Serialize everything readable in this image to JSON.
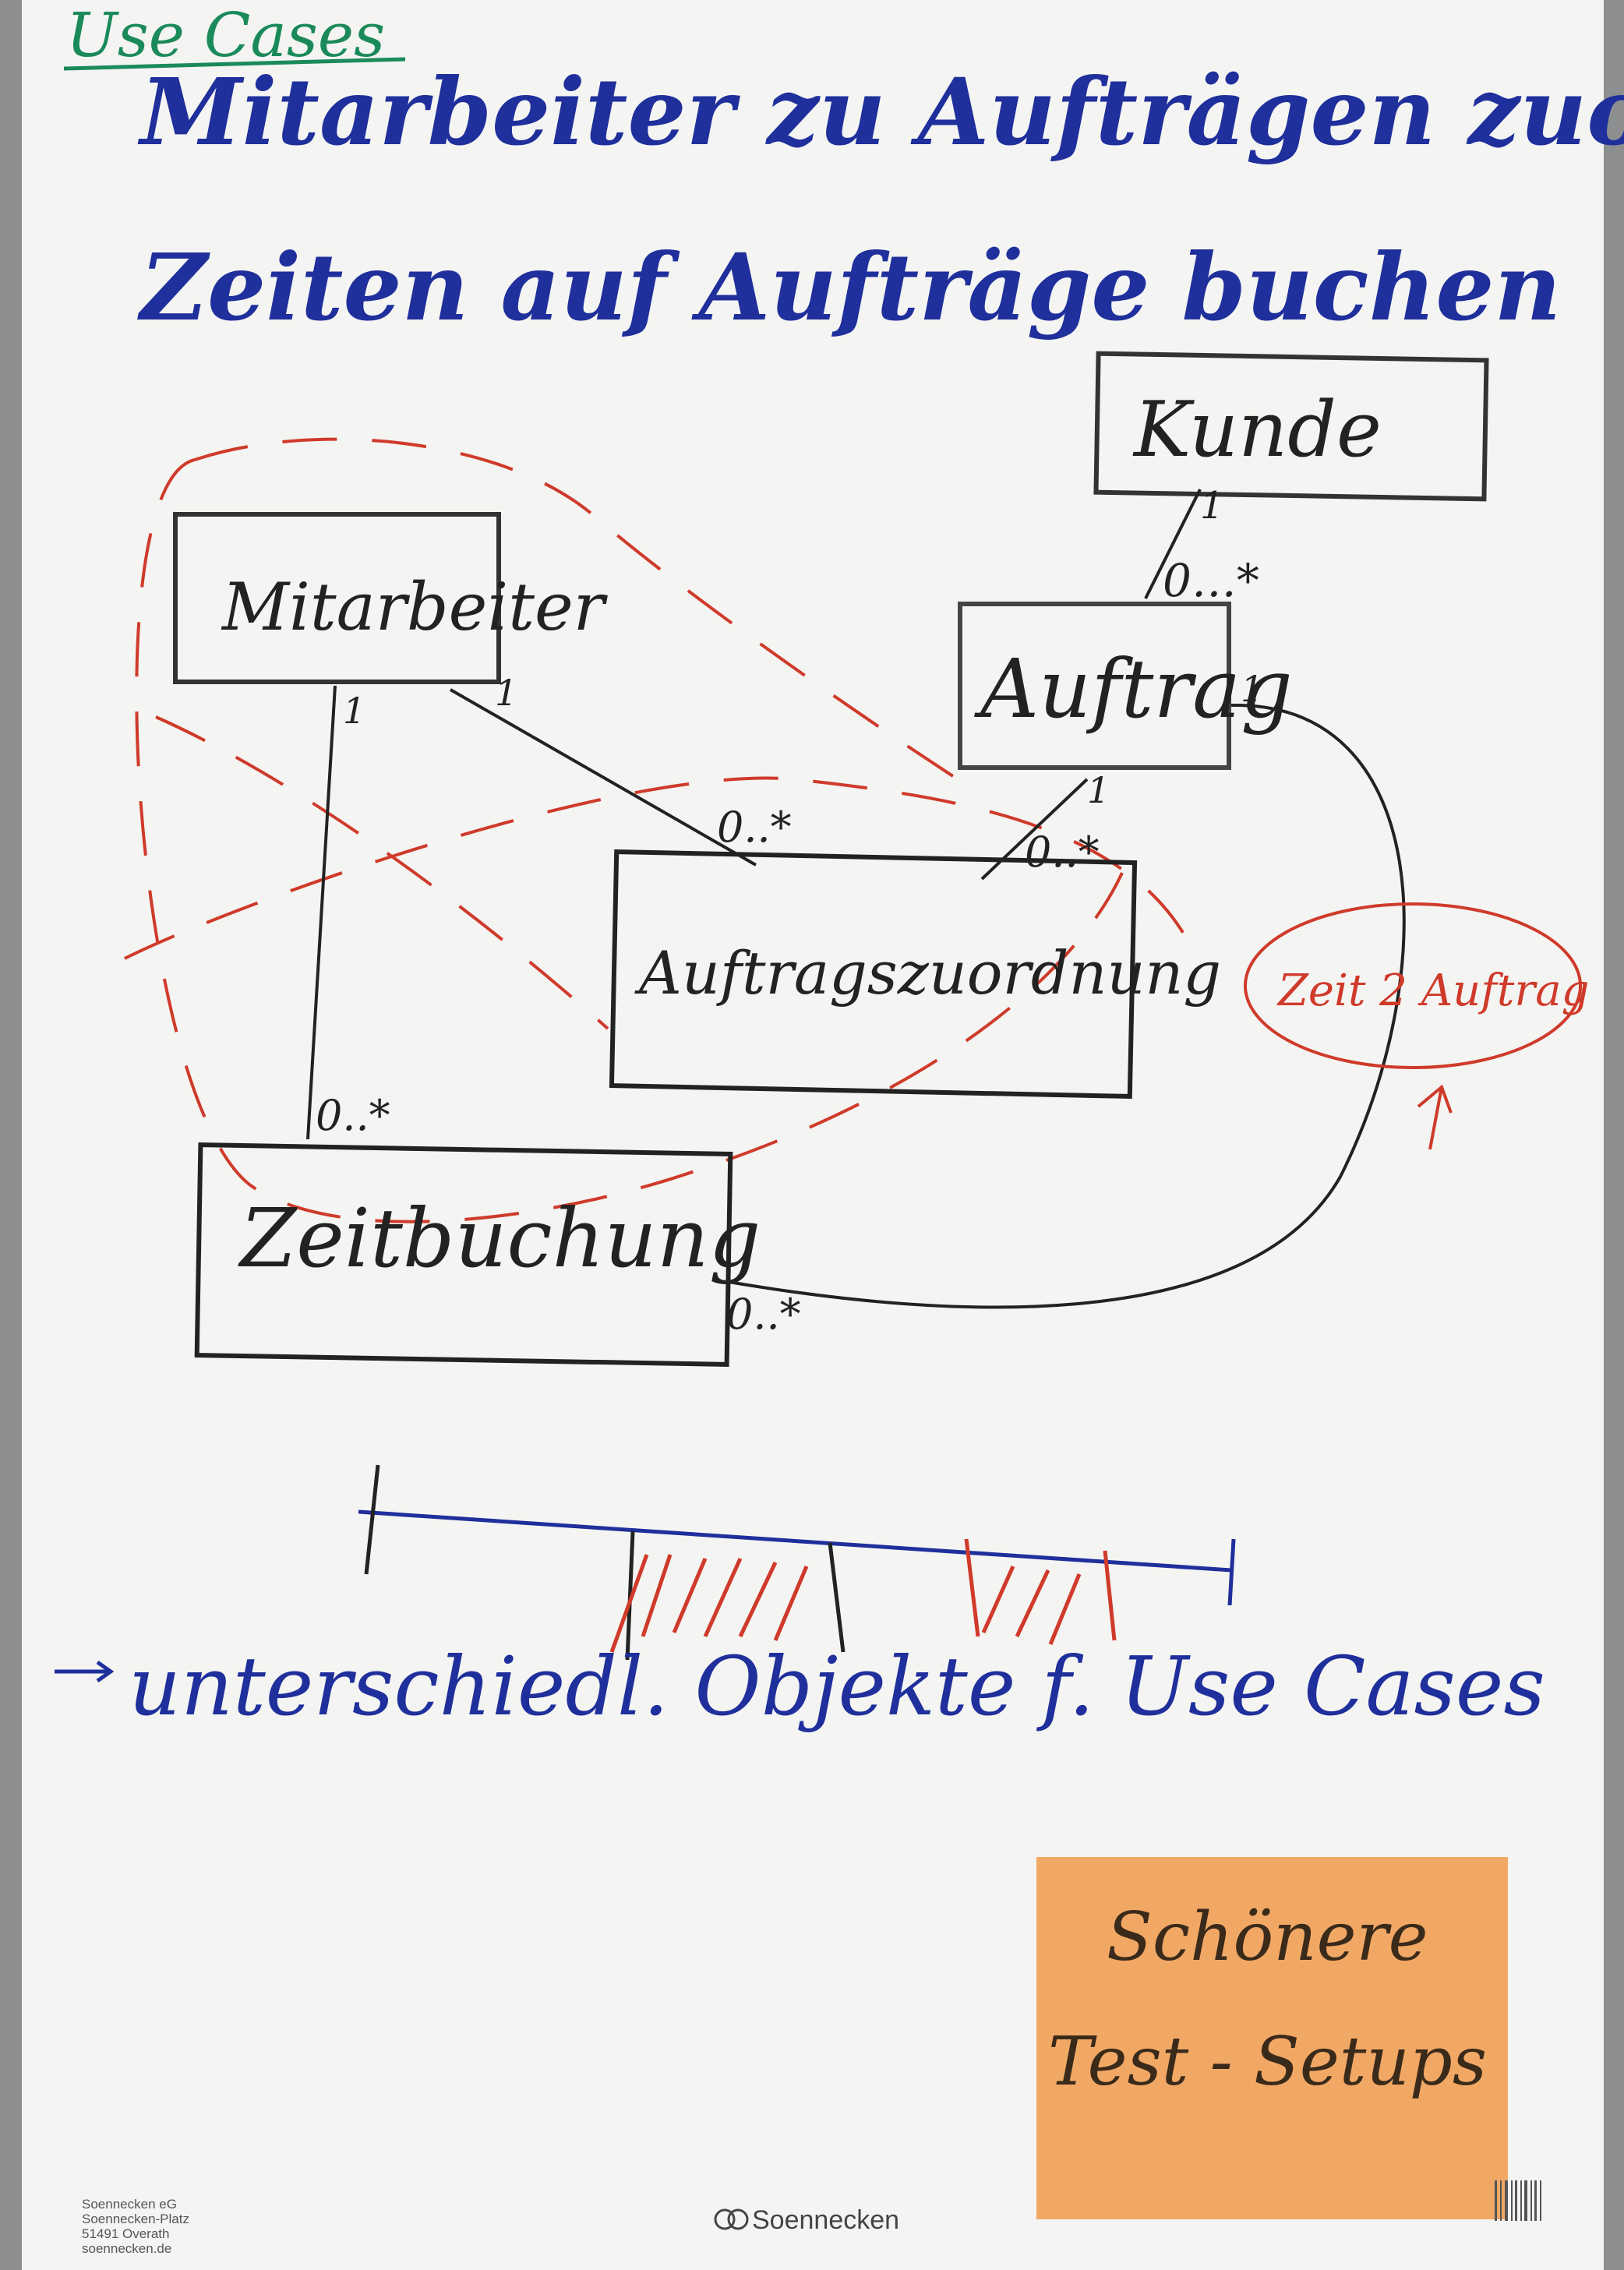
{
  "flipchart": {
    "heading": "Use Cases",
    "use_cases": [
      "Mitarbeiter zu Aufträgen zuordnen",
      "Zeiten auf Aufträge buchen"
    ]
  },
  "diagram": {
    "classes": {
      "kunde": "Kunde",
      "auftrag": "Auftrag",
      "mitarbeiter": "Mitarbeiter",
      "auftragszuordnung": "Auftragszuordnung",
      "zeitbuchung": "Zeitbuchung"
    },
    "multiplicities": {
      "kunde_auftrag_one": "1",
      "kunde_auftrag_many": "0…*",
      "mitarbeiter_zeit_one": "1",
      "mitarbeiter_zeit_many": "0..*",
      "mitarbeiter_zuord_one": "1",
      "mitarbeiter_zuord_many": "0..*",
      "auftrag_zuord_one": "1",
      "auftrag_zuord_many": "0..*",
      "auftrag_zeit_one": "1",
      "auftrag_zeit_many": "0..*"
    },
    "red_annotation": "Zeit 2 Auftrag"
  },
  "conclusion": "unterschiedl. Objekte f. Use Cases",
  "sticky_note": {
    "line1": "Schönere",
    "line2": "Test - Setups",
    "color": "#f2a865"
  },
  "footer": {
    "address_lines": [
      "Soennecken eG",
      "Soennecken-Platz",
      "51491 Overath",
      "soennecken.de"
    ],
    "brand": "Soennecken"
  },
  "colors": {
    "paper": "#f4f4f2",
    "blue_marker": "#1f2f9c",
    "green_marker": "#1b8a5a",
    "red_marker": "#cf3a2a",
    "black_marker": "#222222"
  }
}
